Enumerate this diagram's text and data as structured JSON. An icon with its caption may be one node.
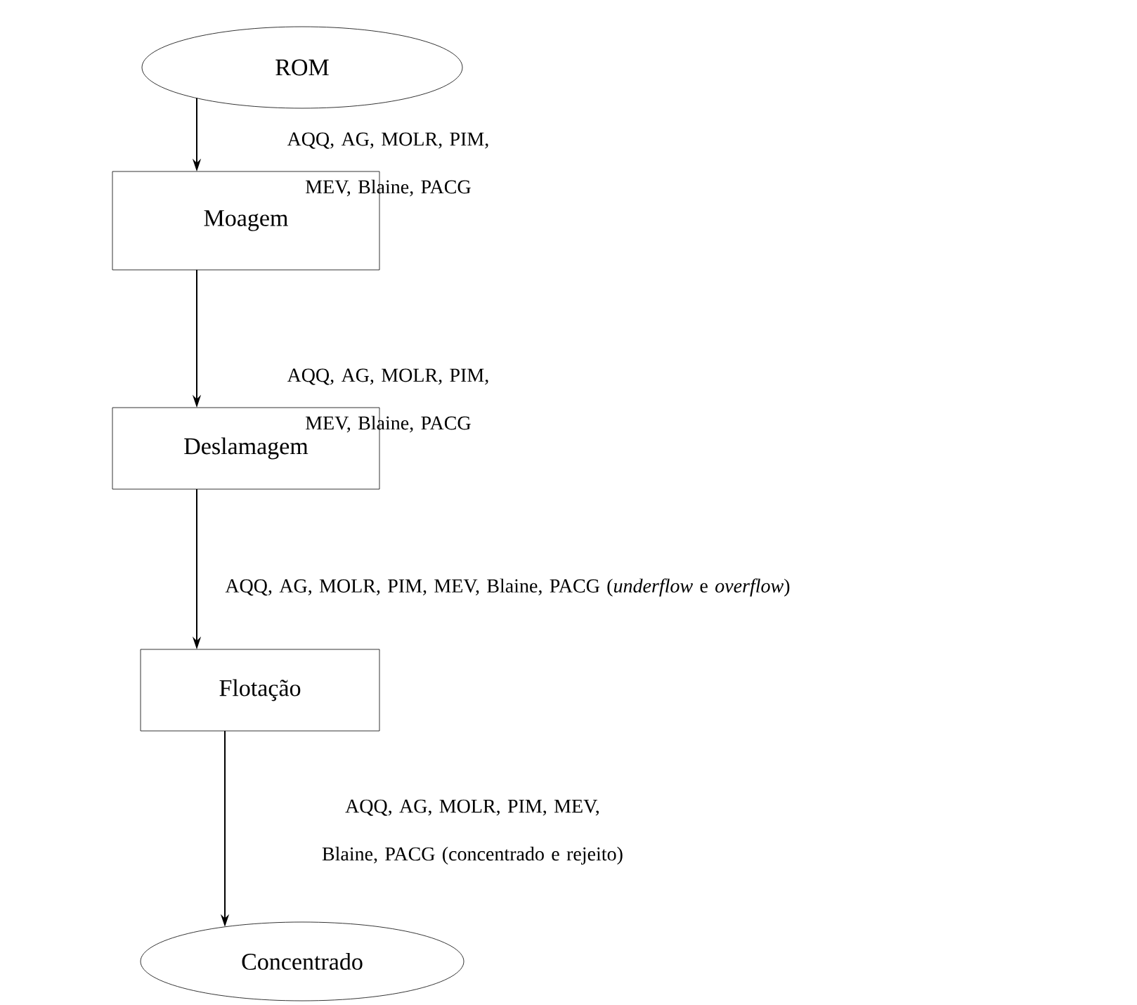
{
  "diagram": {
    "nodes": [
      {
        "text": [
          "ROM"
        ]
      },
      {
        "text": [
          "Moagem"
        ]
      },
      {
        "text": [
          "Deslamagem"
        ]
      },
      {
        "text": [
          "Flotação"
        ]
      },
      {
        "text": [
          "Concentrado"
        ]
      }
    ],
    "edges": [
      {
        "from": 0,
        "to": 1,
        "arrow": "to",
        "label": "AQQ, AG, MOLR, PIM, MEV, Blaine, PACG"
      },
      {
        "from": 1,
        "to": 2,
        "arrow": "to",
        "label": "AQQ, AG, MOLR, PIM, MEV, Blaine, PACG"
      },
      {
        "from": 2,
        "to": 3,
        "arrow": "to",
        "label": "AQQ, AG, MOLR, PIM, MEV, Blaine, PACG (*underflow* e *overflow*)"
      },
      {
        "from": 3,
        "to": 4,
        "arrow": "to",
        "label": "AQQ, AG, MOLR, PIM, MEV, Blaine, PACG (concentrado e rejeito)"
      }
    ]
  }
}
